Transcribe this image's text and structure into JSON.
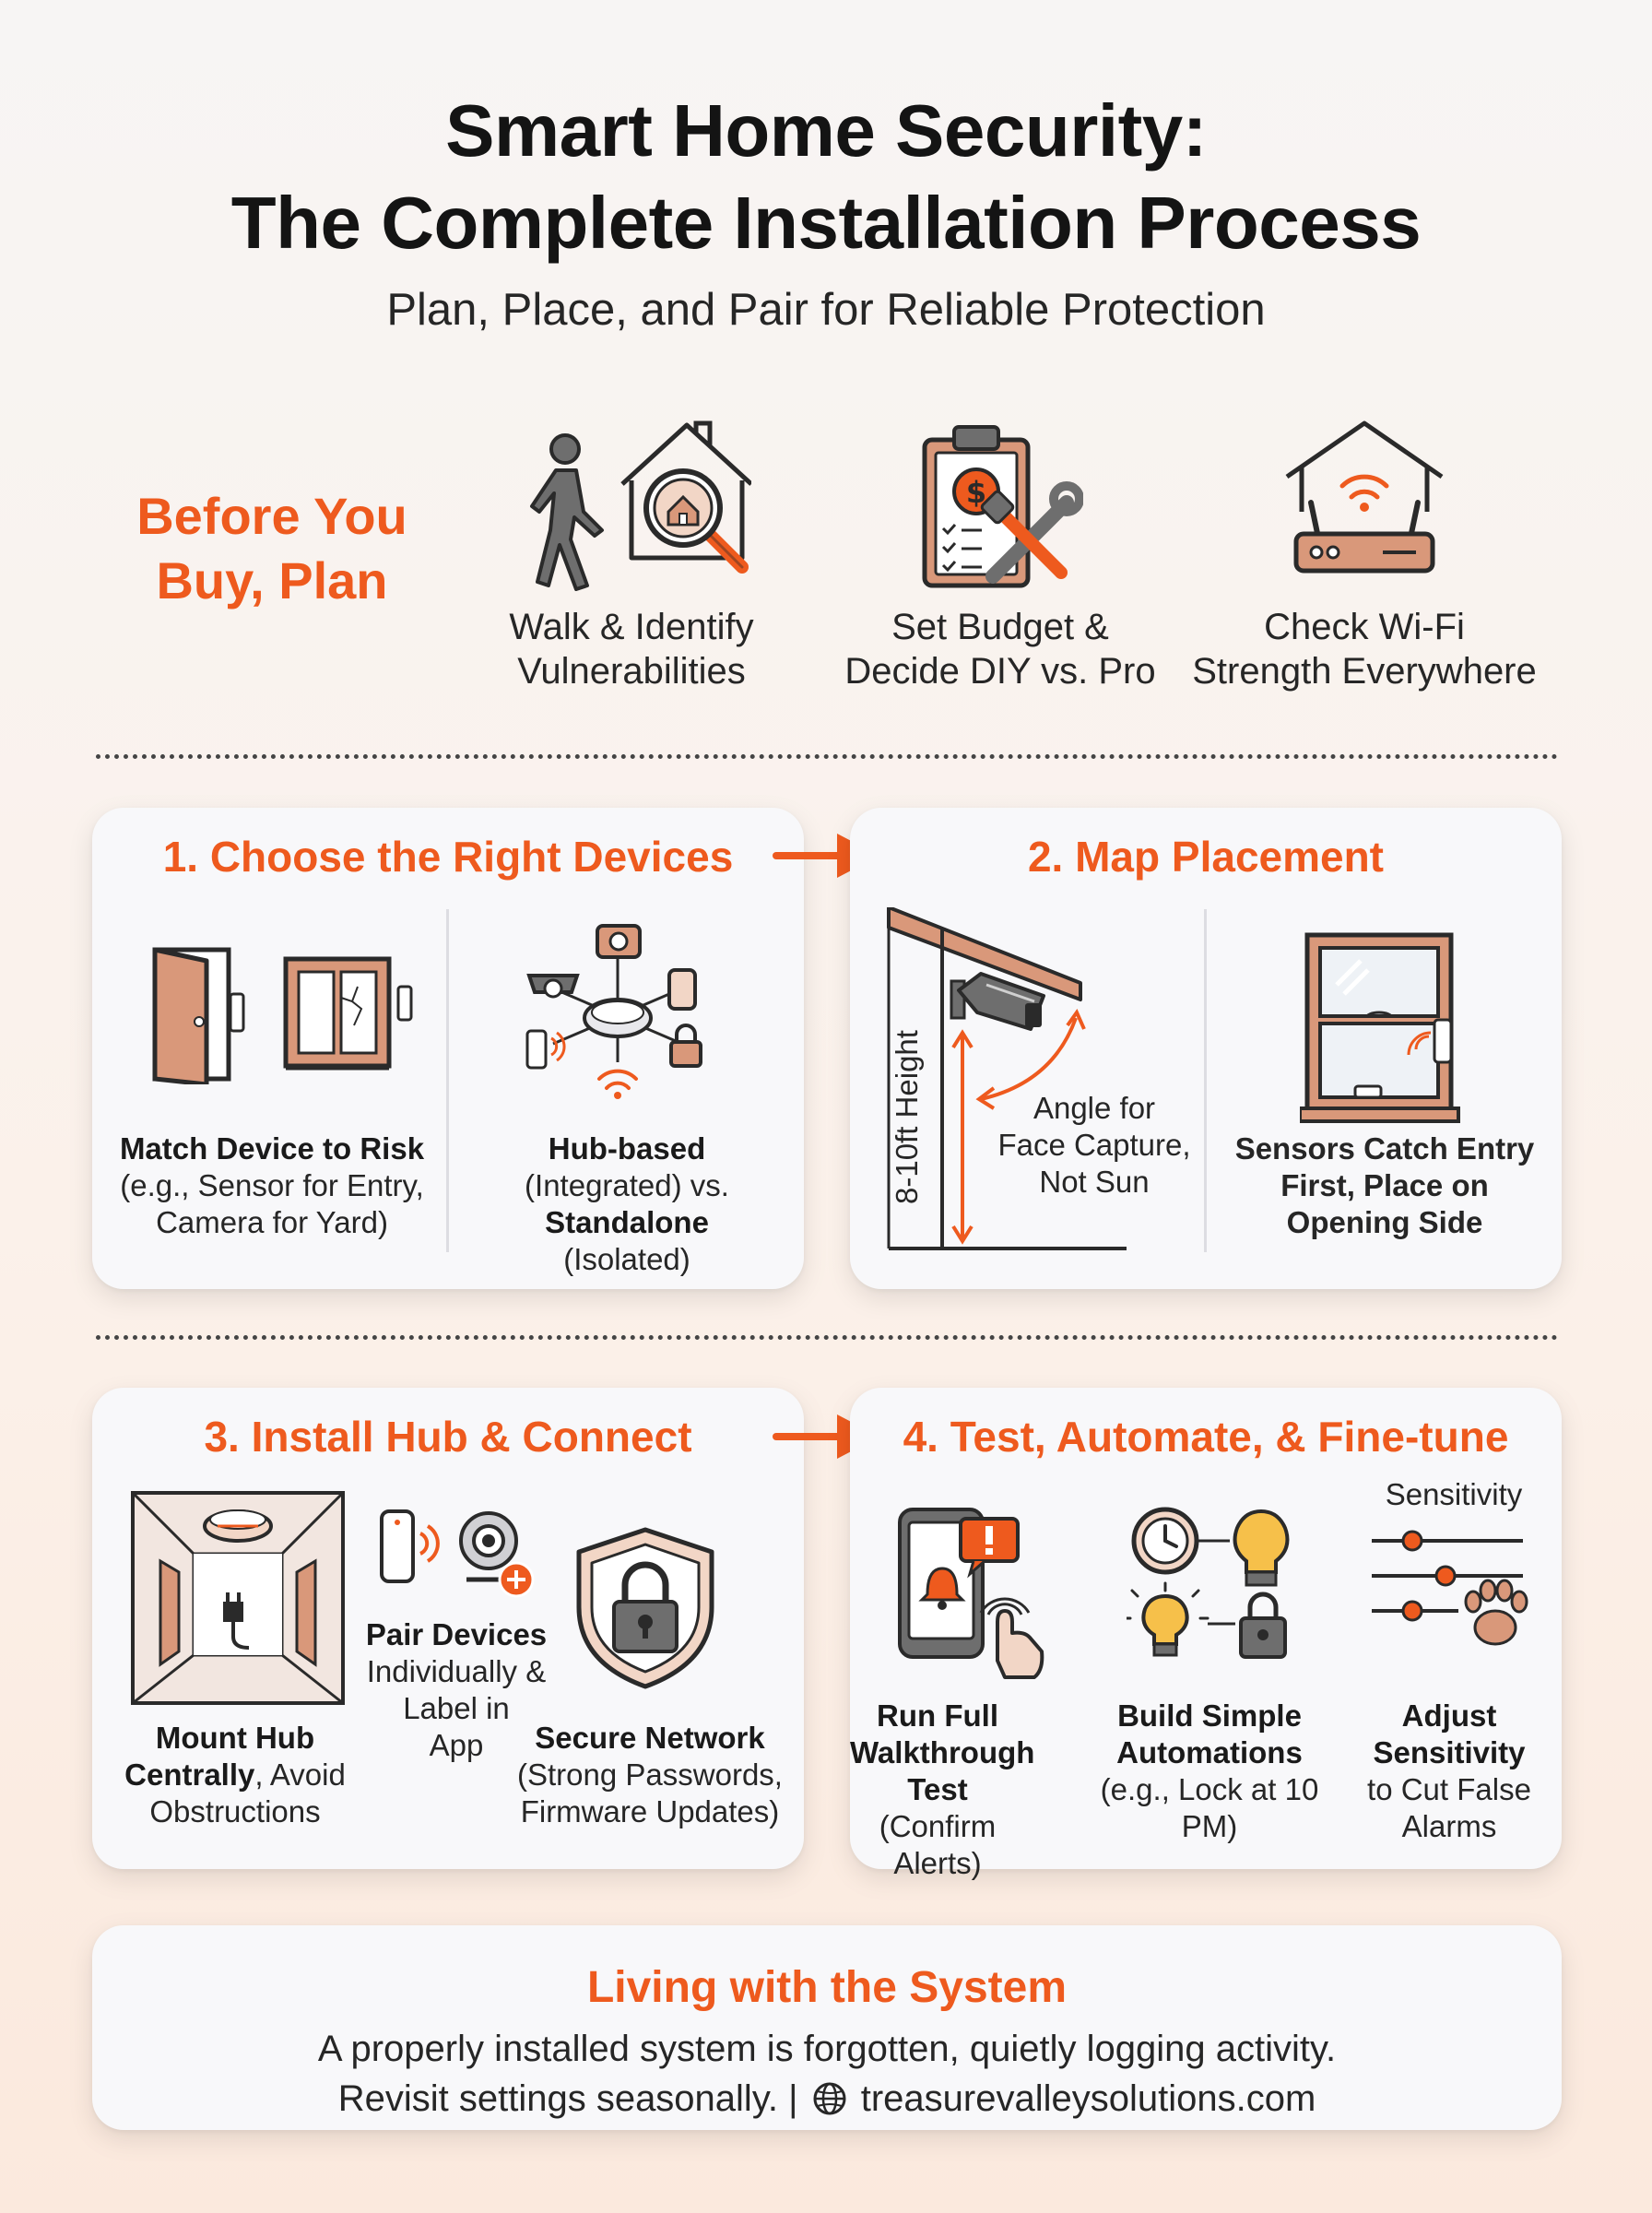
{
  "header": {
    "title_line1": "Smart Home Security:",
    "title_line2": "The Complete Installation Process",
    "subtitle": "Plan, Place, and Pair for Reliable Protection"
  },
  "plan": {
    "heading_line1": "Before You",
    "heading_line2": "Buy, Plan",
    "items": [
      {
        "line1": "Walk & Identify",
        "line2": "Vulnerabilities"
      },
      {
        "line1": "Set Budget &",
        "line2": "Decide DIY vs. Pro"
      },
      {
        "line1": "Check Wi-Fi",
        "line2": "Strength Everywhere"
      }
    ]
  },
  "step1": {
    "title": "1. Choose the Right Devices",
    "left": {
      "bold": "Match Device to Risk",
      "line2": "(e.g., Sensor for Entry,",
      "line3": "Camera for Yard)"
    },
    "right": {
      "bold1": "Hub-based",
      "line2": "(Integrated) vs.",
      "bold2": "Standalone",
      "line4": "(Isolated)"
    }
  },
  "step2": {
    "title": "2. Map Placement",
    "height_label": "8-10ft Height",
    "angle_line1": "Angle for",
    "angle_line2": "Face Capture,",
    "angle_line3": "Not Sun",
    "sensor_line1": "Sensors Catch Entry",
    "sensor_line2": "First, Place on",
    "sensor_line3": "Opening Side"
  },
  "step3": {
    "title": "3. Install Hub & Connect",
    "mount": {
      "bold1": "Mount Hub",
      "bold2": "Centrally",
      "rest": ", Avoid",
      "line3": "Obstructions"
    },
    "pair": {
      "bold": "Pair Devices",
      "line2": "Individually &",
      "line3": "Label in",
      "line4": "App"
    },
    "secure": {
      "bold": "Secure Network",
      "line2": "(Strong Passwords,",
      "line3": "Firmware Updates)"
    }
  },
  "step4": {
    "title": "4. Test, Automate, & Fine-tune",
    "sensitivity_label": "Sensitivity",
    "test": {
      "bold1": "Run Full",
      "bold2": "Walkthrough",
      "bold3": "Test",
      "rest": " (Confirm",
      "line4": "Alerts)"
    },
    "automate": {
      "bold1": "Build Simple",
      "bold2": "Automations",
      "line3": "(e.g., Lock at 10",
      "line4": "PM)"
    },
    "adjust": {
      "bold1": "Adjust",
      "bold2": "Sensitivity",
      "line3": "to Cut False",
      "line4": "Alarms"
    }
  },
  "living": {
    "title": "Living with the System",
    "line1": "A properly installed system is forgotten, quietly logging activity.",
    "line2_text": "Revisit settings seasonally. |",
    "website": "treasurevalleysolutions.com"
  },
  "colors": {
    "accent": "#ee5a1e",
    "wood": "#d9987a",
    "stroke": "#2a2a2a",
    "grey": "#6e6e6e"
  }
}
